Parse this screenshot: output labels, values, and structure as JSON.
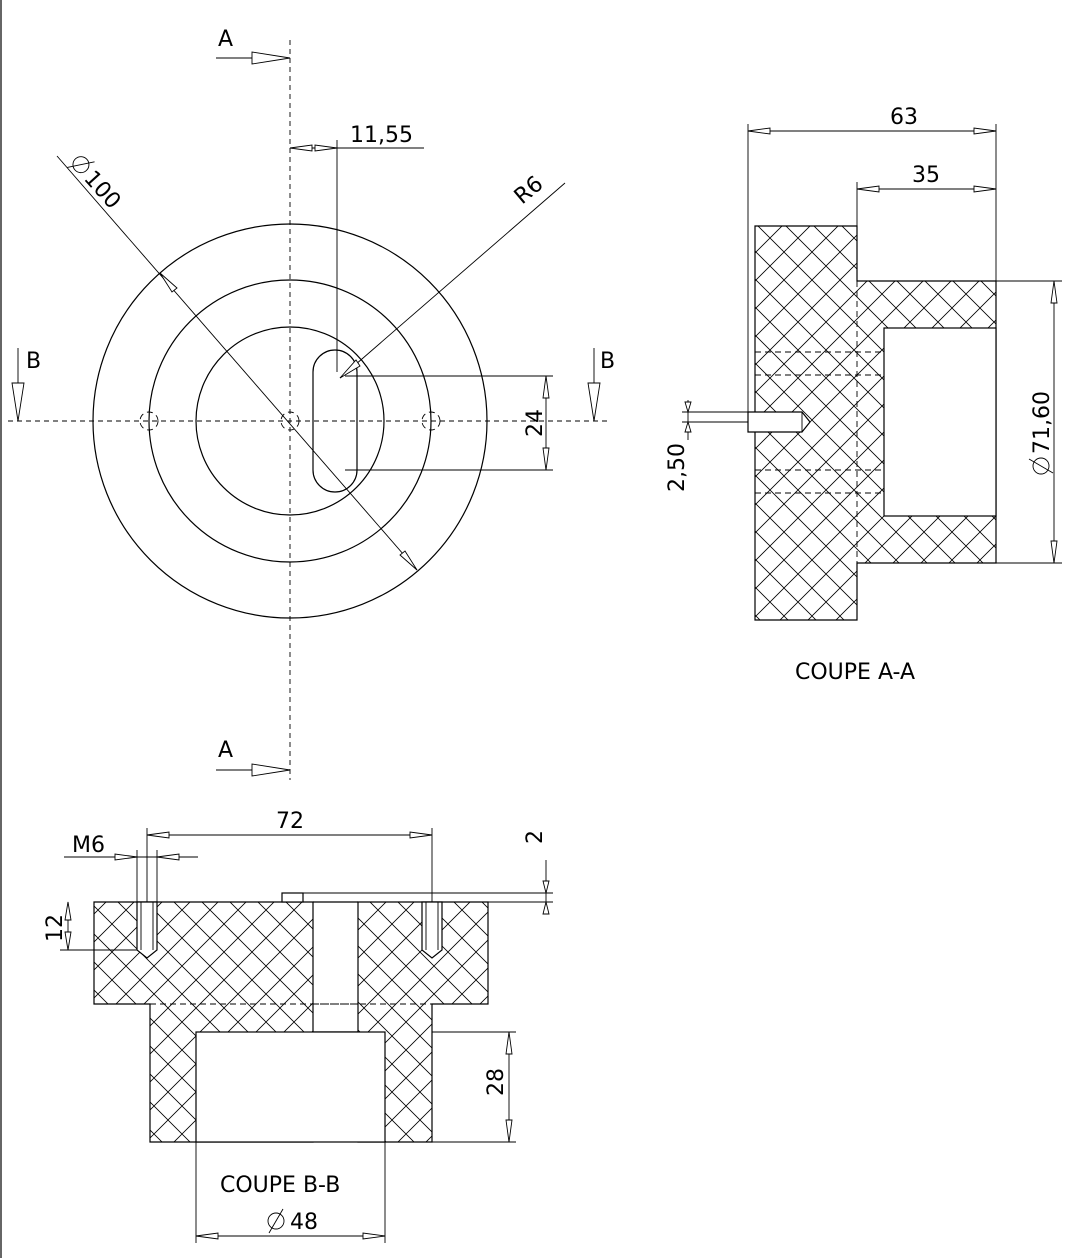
{
  "labels": {
    "section_a": "A",
    "section_b": "B",
    "dim_11_55": "11,55",
    "dim_d100": "100",
    "dim_r6": "R6",
    "dim_24": "24",
    "dim_63": "63",
    "dim_35": "35",
    "dim_d71_60": "71,60",
    "dim_2_50": "2,50",
    "dim_72": "72",
    "dim_m6": "M6",
    "dim_2": "2",
    "dim_12": "12",
    "dim_28": "28",
    "dim_d48": "48",
    "title_aa": "COUPE A-A",
    "title_bb": "COUPE B-B"
  }
}
